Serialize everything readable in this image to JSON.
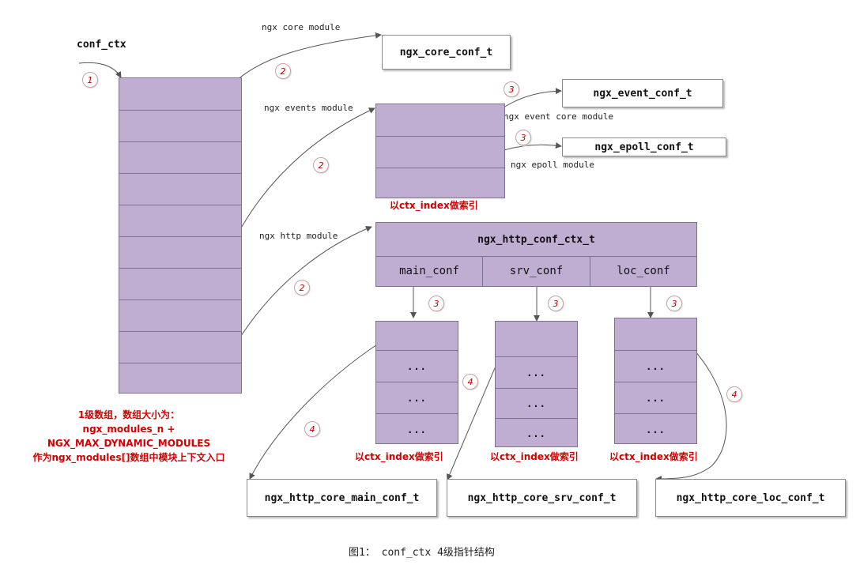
{
  "top_label": "conf_ctx",
  "modules": {
    "core": "ngx core module",
    "events": "ngx events module",
    "http": "ngx http module",
    "event_core": "ngx event core module",
    "epoll": "ngx epoll module"
  },
  "structs": {
    "core_conf": "ngx_core_conf_t",
    "event_conf": "ngx_event_conf_t",
    "epoll_conf": "ngx_epoll_conf_t",
    "http_ctx": "ngx_http_conf_ctx_t",
    "main_conf": "main_conf",
    "srv_conf": "srv_conf",
    "loc_conf": "loc_conf",
    "core_main": "ngx_http_core_main_conf_t",
    "core_srv": "ngx_http_core_srv_conf_t",
    "core_loc": "ngx_http_core_loc_conf_t"
  },
  "index_note": "以ctx_index做索引",
  "ellipsis": "...",
  "steps": {
    "one": "1",
    "two": "2",
    "three": "3",
    "four": "4"
  },
  "array_note": {
    "line1": "1级数组，数组大小为：",
    "line2": "ngx_modules_n + NGX_MAX_DYNAMIC_MODULES",
    "line3": "作为ngx_modules[]数组中模块上下文入口"
  },
  "caption": "图1：  conf_ctx 4级指针结构",
  "colors": {
    "array_fill": "#bfaed2",
    "note_red": "#d40000",
    "step_red": "#c00000"
  }
}
